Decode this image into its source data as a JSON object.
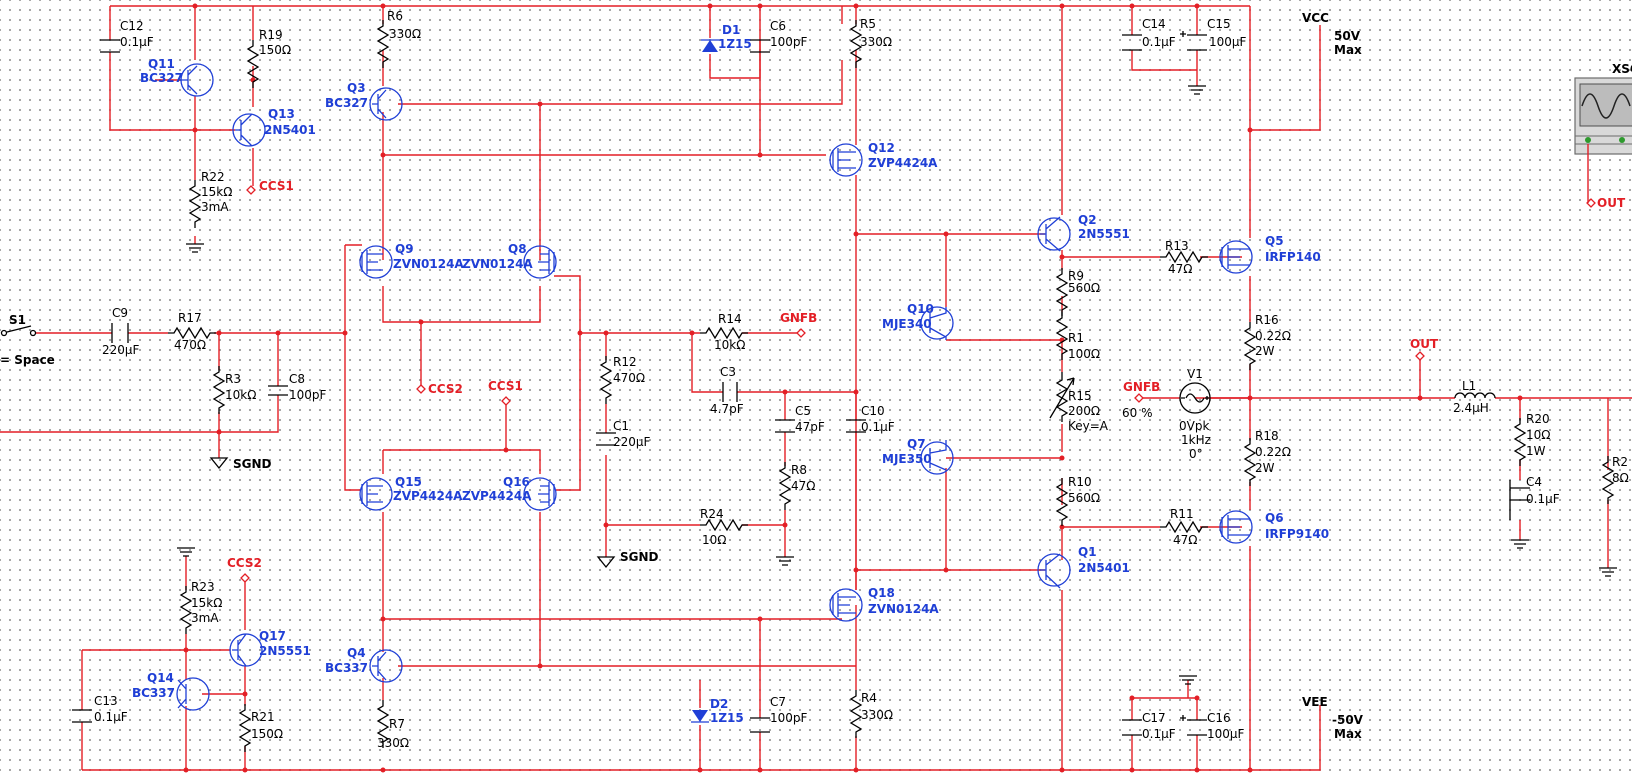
{
  "components": {
    "C12": {
      "name": "C12",
      "value": "0.1µF"
    },
    "R19": {
      "name": "R19",
      "value": "150Ω"
    },
    "Q11": {
      "name": "Q11",
      "model": "BC327"
    },
    "Q13": {
      "name": "Q13",
      "model": "2N5401"
    },
    "R22": {
      "name": "R22",
      "value": "15kΩ",
      "note": "3mA"
    },
    "R6": {
      "name": "R6",
      "value": "330Ω"
    },
    "Q3": {
      "name": "Q3",
      "model": "BC327"
    },
    "D1": {
      "name": "D1",
      "model": "1Z15"
    },
    "C6": {
      "name": "C6",
      "value": "100pF"
    },
    "R5": {
      "name": "R5",
      "value": "330Ω"
    },
    "Q12": {
      "name": "Q12",
      "model": "ZVP4424A"
    },
    "C14": {
      "name": "C14",
      "value": "0.1µF"
    },
    "C15": {
      "name": "C15",
      "value": "100µF"
    },
    "Q9": {
      "name": "Q9",
      "model": "ZVN0124A"
    },
    "Q8": {
      "name": "Q8",
      "model": "ZVN0124A"
    },
    "Q2": {
      "name": "Q2",
      "model": "2N5551"
    },
    "Q5": {
      "name": "Q5",
      "model": "IRFP140"
    },
    "R13": {
      "name": "R13",
      "value": "47Ω"
    },
    "R9": {
      "name": "R9",
      "value": "560Ω"
    },
    "S1": {
      "name": "S1",
      "key": "= Space"
    },
    "C9": {
      "name": "C9",
      "value": "220µF"
    },
    "R17": {
      "name": "R17",
      "value": "470Ω"
    },
    "R14": {
      "name": "R14",
      "value": "10kΩ"
    },
    "Q10": {
      "name": "Q10",
      "model": "MJE340"
    },
    "R1": {
      "name": "R1",
      "value": "100Ω"
    },
    "R16": {
      "name": "R16",
      "value": "0.22Ω",
      "power": "2W"
    },
    "R3": {
      "name": "R3",
      "value": "10kΩ"
    },
    "C8": {
      "name": "C8",
      "value": "100pF"
    },
    "R12": {
      "name": "R12",
      "value": "470Ω"
    },
    "C3": {
      "name": "C3",
      "value": "4.7pF"
    },
    "C5": {
      "name": "C5",
      "value": "47pF"
    },
    "C10": {
      "name": "C10",
      "value": "0.1µF"
    },
    "R15": {
      "name": "R15",
      "value": "200Ω",
      "key": "Key=A",
      "percent": "60 %"
    },
    "V1": {
      "name": "V1",
      "amp": "0Vpk",
      "freq": "1kHz",
      "phase": "0°"
    },
    "L1": {
      "name": "L1",
      "value": "2.4µH"
    },
    "C1": {
      "name": "C1",
      "value": "220µF"
    },
    "R8": {
      "name": "R8",
      "value": "47Ω"
    },
    "Q7": {
      "name": "Q7",
      "model": "MJE350"
    },
    "R18": {
      "name": "R18",
      "value": "0.22Ω",
      "power": "2W"
    },
    "R20": {
      "name": "R20",
      "value": "10Ω",
      "power": "1W"
    },
    "R2": {
      "name": "R2",
      "value": "8Ω"
    },
    "Q15": {
      "name": "Q15",
      "model": "ZVP4424A"
    },
    "Q16": {
      "name": "Q16",
      "model": "ZVP4424A"
    },
    "R10": {
      "name": "R10",
      "value": "560Ω"
    },
    "C4": {
      "name": "C4",
      "value": "0.1µF"
    },
    "R24": {
      "name": "R24",
      "value": "10Ω"
    },
    "R11": {
      "name": "R11",
      "value": "47Ω"
    },
    "Q6": {
      "name": "Q6",
      "model": "IRFP9140"
    },
    "Q1": {
      "name": "Q1",
      "model": "2N5401"
    },
    "R23": {
      "name": "R23",
      "value": "15kΩ",
      "note": "3mA"
    },
    "Q18": {
      "name": "Q18",
      "model": "ZVN0124A"
    },
    "Q17": {
      "name": "Q17",
      "model": "2N5551"
    },
    "Q14": {
      "name": "Q14",
      "model": "BC337"
    },
    "Q4": {
      "name": "Q4",
      "model": "BC337"
    },
    "C13": {
      "name": "C13",
      "value": "0.1µF"
    },
    "D2": {
      "name": "D2",
      "model": "1Z15"
    },
    "C7": {
      "name": "C7",
      "value": "100pF"
    },
    "R4": {
      "name": "R4",
      "value": "330Ω"
    },
    "R21": {
      "name": "R21",
      "value": "150Ω"
    },
    "R7": {
      "name": "R7",
      "value": "330Ω"
    },
    "C17": {
      "name": "C17",
      "value": "0.1µF"
    },
    "C16": {
      "name": "C16",
      "value": "100µF"
    }
  },
  "labels": {
    "ccs1": "CCS1",
    "ccs2": "CCS2",
    "gnfb": "GNFB",
    "out": "OUT",
    "sgnd": "SGND",
    "vcc": "VCC",
    "vcc_value": "50V",
    "vcc_max": "Max",
    "vee": "VEE",
    "vee_value": "-50V",
    "vee_max": "Max",
    "scope": "XSC"
  },
  "colors": {
    "wire": "#e31f26",
    "part": "#1f3fd6",
    "net_label": "#e31f26",
    "grid_dot": "#9a9a9a"
  }
}
